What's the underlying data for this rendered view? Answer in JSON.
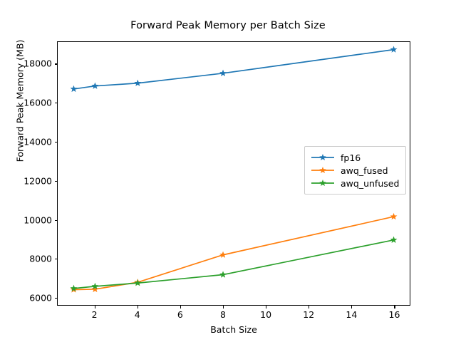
{
  "chart_data": {
    "type": "line",
    "title": "Forward Peak Memory per Batch Size",
    "xlabel": "Batch Size",
    "ylabel": "Forward Peak Memory (MB)",
    "x": [
      1,
      2,
      4,
      8,
      16
    ],
    "xlim": [
      0.25,
      16.75
    ],
    "ylim": [
      5600,
      19150
    ],
    "xticks": [
      2,
      4,
      6,
      8,
      10,
      12,
      14,
      16
    ],
    "xtick_labels": [
      "2",
      "4",
      "6",
      "8",
      "10",
      "12",
      "14",
      "16"
    ],
    "yticks": [
      6000,
      8000,
      10000,
      12000,
      14000,
      16000,
      18000
    ],
    "ytick_labels": [
      "6000",
      "8000",
      "10000",
      "12000",
      "14000",
      "16000",
      "18000"
    ],
    "grid": false,
    "legend_position": "center right",
    "marker": "star",
    "series": [
      {
        "name": "fp16",
        "color": "#1f77b4",
        "values": [
          16730,
          16885,
          17030,
          17540,
          18760
        ]
      },
      {
        "name": "awq_fused",
        "color": "#ff7f0e",
        "values": [
          6390,
          6410,
          6770,
          8180,
          10150
        ]
      },
      {
        "name": "awq_unfused",
        "color": "#2ca02c",
        "values": [
          6450,
          6560,
          6730,
          7160,
          8950
        ]
      }
    ]
  }
}
